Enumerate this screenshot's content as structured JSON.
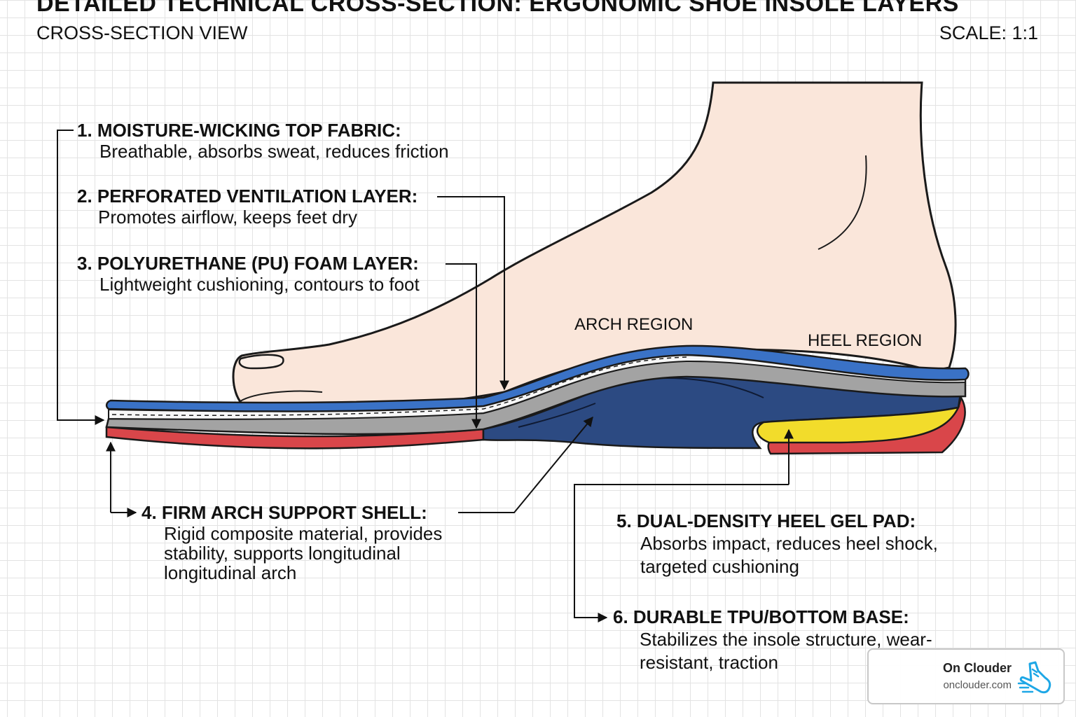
{
  "header": {
    "title": "DETAILED TECHNICAL CROSS-SECTION: ERGONOMIC SHOE INSOLE LAYERS",
    "view_label": "CROSS-SECTION VIEW",
    "scale_label": "SCALE: 1:1"
  },
  "regions": {
    "arch": "ARCH REGION",
    "heel": "HEEL REGION"
  },
  "callouts": [
    {
      "heading": "1. MOISTURE-WICKING TOP FABRIC:",
      "lines": [
        "Breathable, absorbs sweat, reduces friction"
      ]
    },
    {
      "heading": "2. PERFORATED VENTILATION LAYER:",
      "lines": [
        "Promotes airflow, keeps feet dry"
      ]
    },
    {
      "heading": "3. POLYURETHANE (PU) FOAM LAYER:",
      "lines": [
        "Lightweight cushioning, contours to foot"
      ]
    },
    {
      "heading": "4. FIRM ARCH SUPPORT SHELL:",
      "lines": [
        "Rigid composite material, provides",
        "stability, supports longitudinal",
        "longitudinal arch"
      ]
    },
    {
      "heading": "5. DUAL-DENSITY HEEL GEL PAD:",
      "lines": [
        "Absorbs impact, reduces heel shock,",
        "targeted cushioning"
      ]
    },
    {
      "heading": "6. DURABLE TPU/BOTTOM BASE:",
      "lines": [
        "Stabilizes the insole structure, wear-",
        "resistant, traction"
      ]
    }
  ],
  "colors": {
    "top_fabric": "#3a72c6",
    "foam": "#a3a3a3",
    "arch_shell": "#2c4a82",
    "base": "#d9464a",
    "heel_gel": "#f2dc2b",
    "skin": "#fae6da",
    "badge_accent": "#1ea7e6"
  },
  "badge": {
    "name": "On Clouder",
    "url": "onclouder.com",
    "icon": "sneaker-icon"
  }
}
